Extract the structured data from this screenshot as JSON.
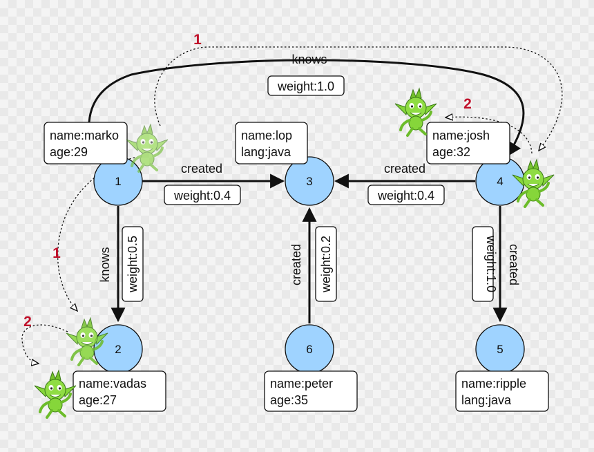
{
  "nodes": {
    "n1": {
      "id": "1",
      "props": [
        "name:marko",
        "age:29"
      ]
    },
    "n2": {
      "id": "2",
      "props": [
        "name:vadas",
        "age:27"
      ]
    },
    "n3": {
      "id": "3",
      "props": [
        "name:lop",
        "lang:java"
      ]
    },
    "n4": {
      "id": "4",
      "props": [
        "name:josh",
        "age:32"
      ]
    },
    "n5": {
      "id": "5",
      "props": [
        "name:ripple",
        "lang:java"
      ]
    },
    "n6": {
      "id": "6",
      "props": [
        "name:peter",
        "age:35"
      ]
    }
  },
  "edges": {
    "e1_4": {
      "label": "knows",
      "weight": "weight:1.0"
    },
    "e1_3": {
      "label": "created",
      "weight": "weight:0.4"
    },
    "e4_3": {
      "label": "created",
      "weight": "weight:0.4"
    },
    "e1_2": {
      "label": "knows",
      "weight": "weight:0.5"
    },
    "e6_3": {
      "label": "created",
      "weight": "weight:0.2"
    },
    "e4_5": {
      "label": "created",
      "weight": "weight:1.0"
    }
  },
  "traversal_steps": {
    "top": "1",
    "left": "1",
    "josh": "2",
    "vadas": "2"
  },
  "colors": {
    "node_fill": "#9fd3ff",
    "edge": "#111111",
    "step_number": "#c0102a",
    "gremlin": "#86d63a"
  },
  "icons": [
    "gremlin-mascot-icon"
  ]
}
